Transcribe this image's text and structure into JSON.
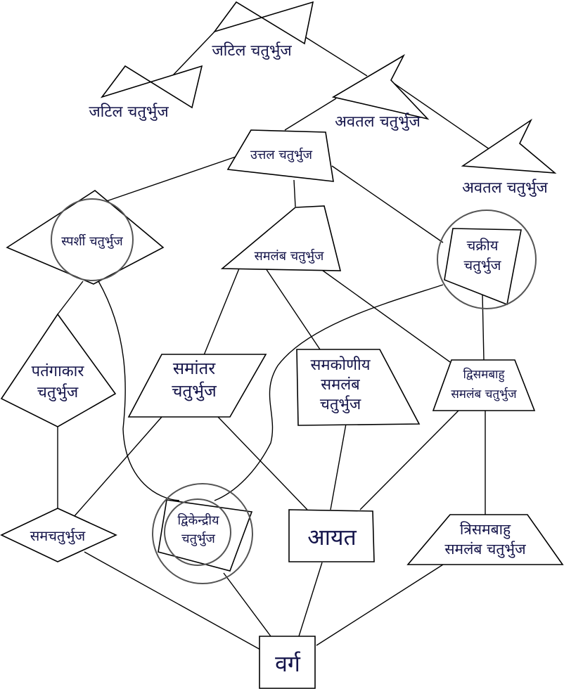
{
  "colors": {
    "text": "#14144a",
    "stroke": "#000000",
    "ring": "#555555"
  },
  "nodes": {
    "complex_1": [
      "जटिल चतुर्भुज"
    ],
    "complex_2": [
      "जटिल चतुर्भुज"
    ],
    "concave_1": [
      "अवतल चतुर्भुज"
    ],
    "concave_2": [
      "अवतल चतुर्भुज"
    ],
    "convex": [
      "उत्तल चतुर्भुज"
    ],
    "tangential": [
      "स्पर्शी चतुर्भुज"
    ],
    "trapezoid": [
      "समलंब चतुर्भुज"
    ],
    "cyclic": [
      "चक्रीय",
      "चतुर्भुज"
    ],
    "kite": [
      "पतंगाकार",
      "चतुर्भुज"
    ],
    "parallelogram": [
      "समांतर",
      "चतुर्भुज"
    ],
    "right_trapezoid": [
      "समकोणीय",
      "समलंब",
      "चतुर्भुज"
    ],
    "isosceles_trapezoid": [
      "द्विसमबाहु",
      "समलंब चतुर्भुज"
    ],
    "rhombus": [
      "समचतुर्भुज"
    ],
    "bicentric": [
      "द्विकेन्द्रीय",
      "चतुर्भुज"
    ],
    "rectangle": [
      "आयत"
    ],
    "tri_equilateral_trapezoid": [
      "त्रिसमबाहु",
      "समलंब चतुर्भुज"
    ],
    "square": [
      "वर्ग"
    ]
  }
}
